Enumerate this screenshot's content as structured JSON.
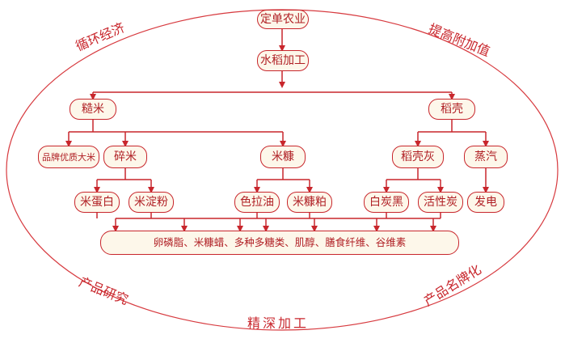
{
  "nodes": {
    "root": "定单农业",
    "process": "水稻加工",
    "brown_rice": "糙米",
    "husk": "稻壳",
    "premium_rice": "品牌优质大米",
    "broken_rice": "碎米",
    "bran": "米糠",
    "husk_ash": "稻壳灰",
    "steam": "蒸汽",
    "rice_protein": "米蛋白",
    "rice_starch": "米淀粉",
    "salad_oil": "色拉油",
    "bran_meal": "米糠粕",
    "white_carbon": "白炭黑",
    "active_carbon": "活性炭",
    "power": "发电",
    "products": "卵磷脂、米糠蜡、多种多糖类、肌醇、膳食纤维、谷维素"
  },
  "corners": {
    "top_left": "循环经济",
    "top_right": "提高附加值",
    "bottom_left": "产品研究",
    "bottom_right": "产品名牌化",
    "bottom_center": "精深加工"
  },
  "colors": {
    "accent": "#c8262c",
    "node_fill": "#fdf7ea"
  }
}
